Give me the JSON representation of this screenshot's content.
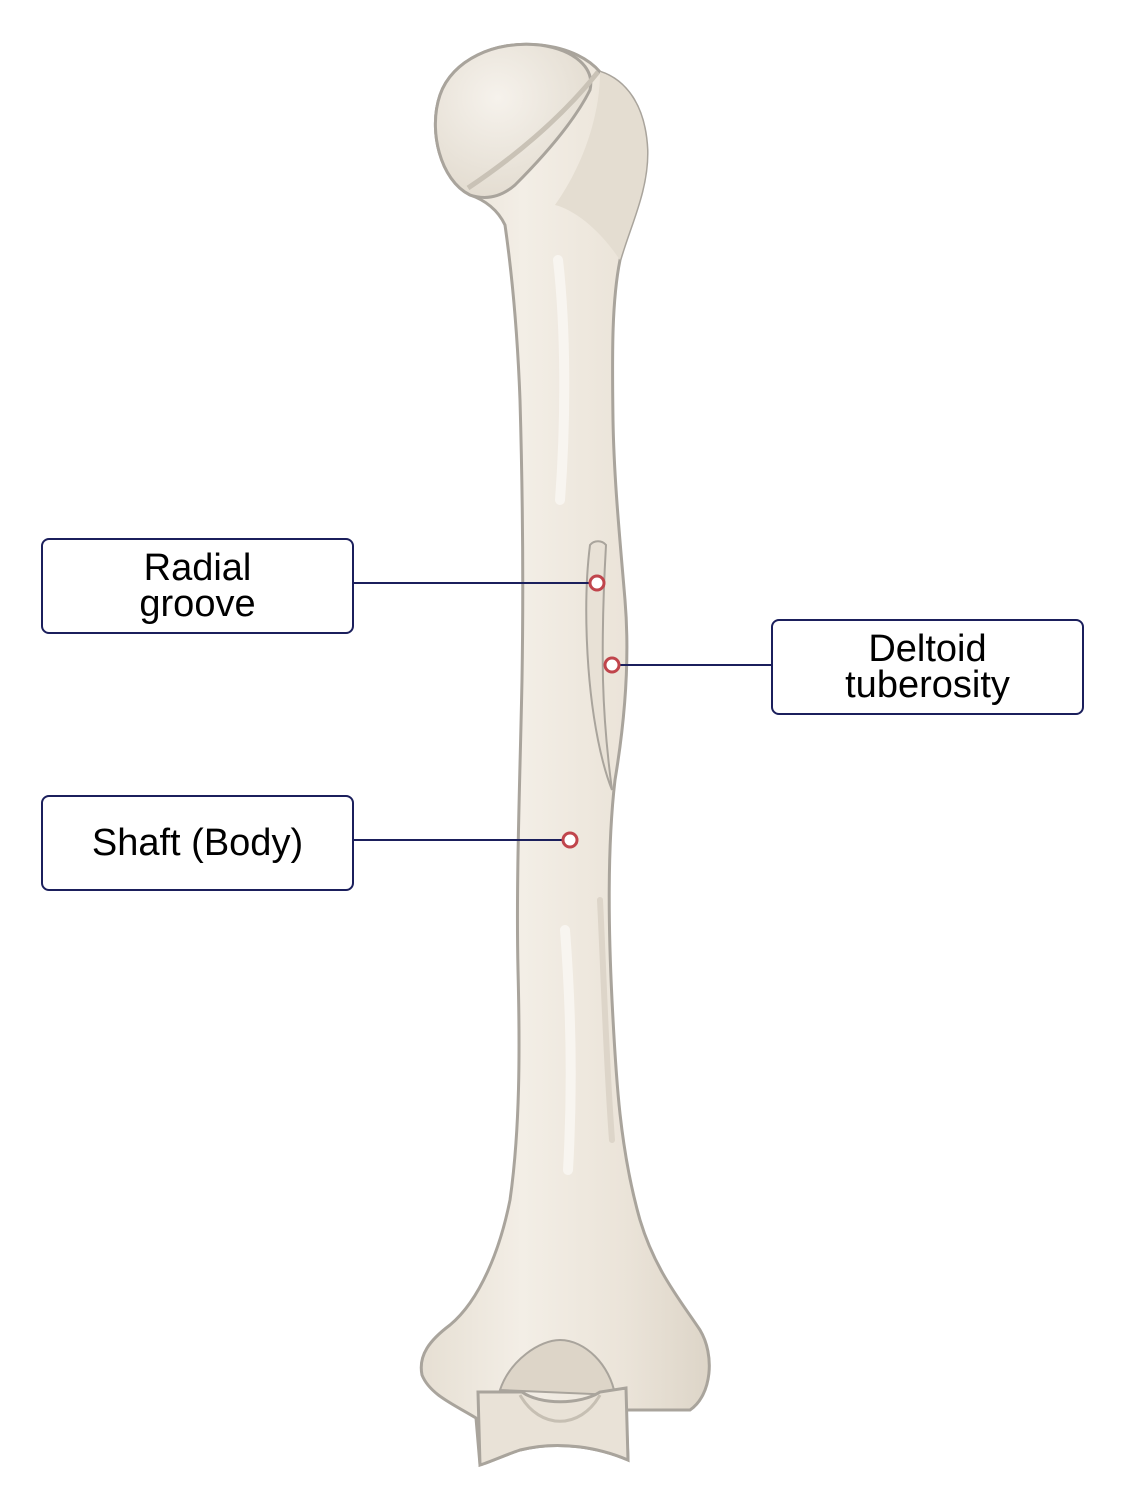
{
  "labels": {
    "radial_groove": {
      "line1": "Radial",
      "line2": "groove"
    },
    "deltoid_tuberosity": {
      "line1": "Deltoid",
      "line2": "tuberosity"
    },
    "shaft": {
      "line1": "Shaft (Body)"
    }
  },
  "colors": {
    "bone_fill": "#ece6dc",
    "bone_outline": "#a9a49c",
    "bone_highlight": "#f7f3ee",
    "bone_shadow": "#d6cfc3",
    "leader_line": "#1b1f5c",
    "marker": "#c0454c"
  }
}
